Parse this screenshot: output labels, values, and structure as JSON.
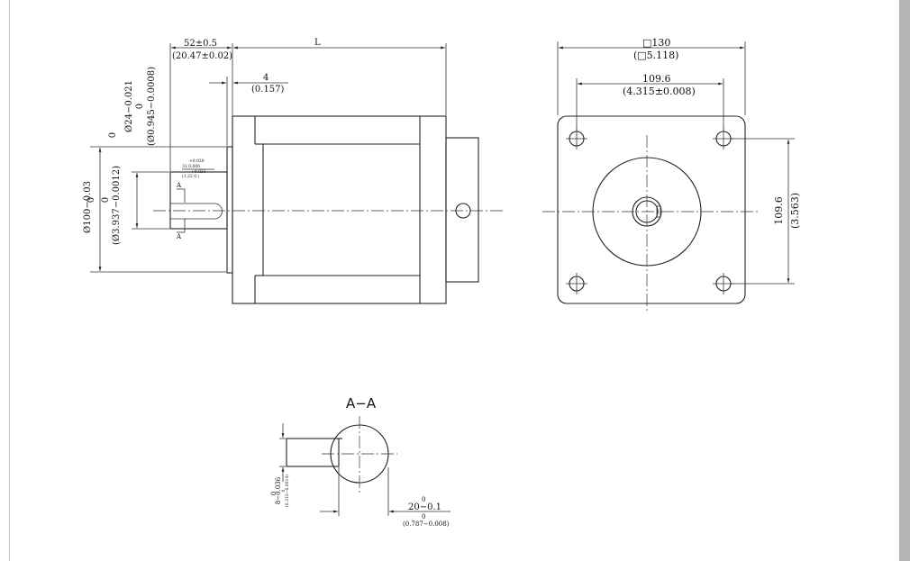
{
  "side_view": {
    "shaft_len": "52±0.5",
    "shaft_len_in": "(20.47±0.02)",
    "length": "L",
    "flange_thk": "4",
    "flange_thk_in": "(0.157)",
    "shaft_dia_upper": "0",
    "shaft_dia": "Ø24−0.021",
    "shaft_dia_in_upper": "0",
    "shaft_dia_in": "(Ø0.945−0.0008)",
    "pilot_upper": "0",
    "pilot_dia": "Ø100−0.03",
    "pilot_in_upper": "0",
    "pilot_in": "(Ø3.937−0.0012)",
    "key_tol_top": "+0.020",
    "key_tol_main": "31  0.000",
    "key_tol_bottom": "+0.031",
    "key_tol_in": "(1.22 0      )",
    "section_mark_top": "A",
    "section_mark_bottom": "A"
  },
  "front_view": {
    "square": "□130",
    "square_in": "(□5.118)",
    "hole_spacing": "109.6",
    "hole_spacing_in": "(4.315±0.008)",
    "hole_spacing_v": "109.6",
    "hole_spacing_v_in": "(3.563)"
  },
  "section": {
    "title": "A−A",
    "key_upper": "0",
    "key": "8−0.036",
    "key_in_upper": "0",
    "key_in": "(0.315−0.0014)",
    "depth_upper": "0",
    "depth": "20−0.1",
    "depth_in_upper": "0",
    "depth_in": "(0.787−0.008)"
  }
}
